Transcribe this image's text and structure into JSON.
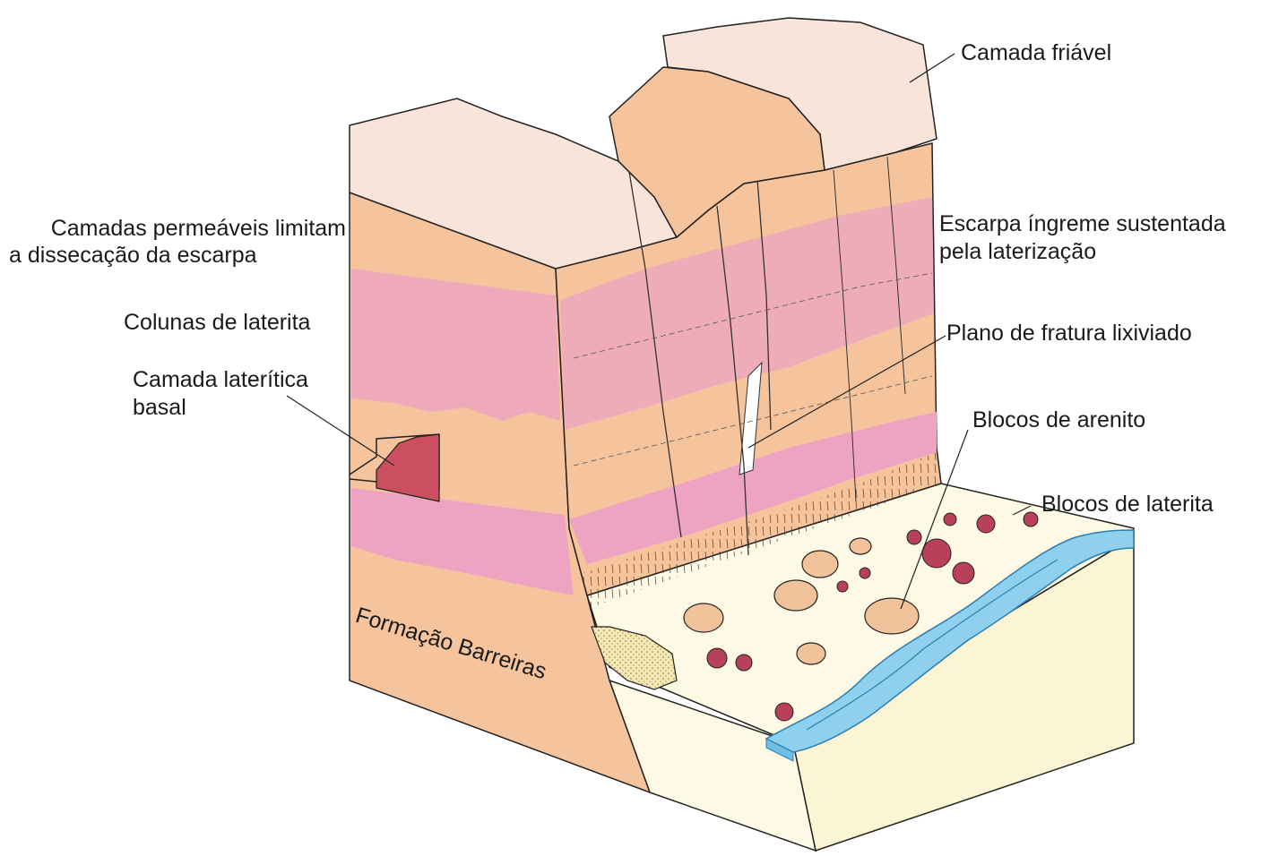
{
  "colors": {
    "friable_layer": "#f9e4d9",
    "laterite_body": "#f5c49c",
    "laterite_columns": "#eca6c0",
    "basal_band": "#efa3c3",
    "basal_layer_red": "#cc4f60",
    "laterite_blocks": "#b8405a",
    "sandstone_blocks": "#f2c39a",
    "plain": "#fdf9e4",
    "river": "#8fd0ee",
    "colluvium": "#f5e9b4",
    "outline": "#222222"
  },
  "labels": {
    "camada_friavel": "Camada friável",
    "camadas_permeaveis_1": "Camadas permeáveis limitam",
    "camadas_permeaveis_2": "a dissecação da escarpa",
    "escarpa_1": "Escarpa íngreme sustentada",
    "escarpa_2": "pela laterização",
    "colunas": "Colunas de laterita",
    "plano_fratura": "Plano de fratura lixiviado",
    "camada_basal_1": "Camada laterítica",
    "camada_basal_2": "basal",
    "blocos_arenito": "Blocos de arenito",
    "blocos_laterita": "Blocos de laterita",
    "formacao": "Formação Barreiras"
  }
}
